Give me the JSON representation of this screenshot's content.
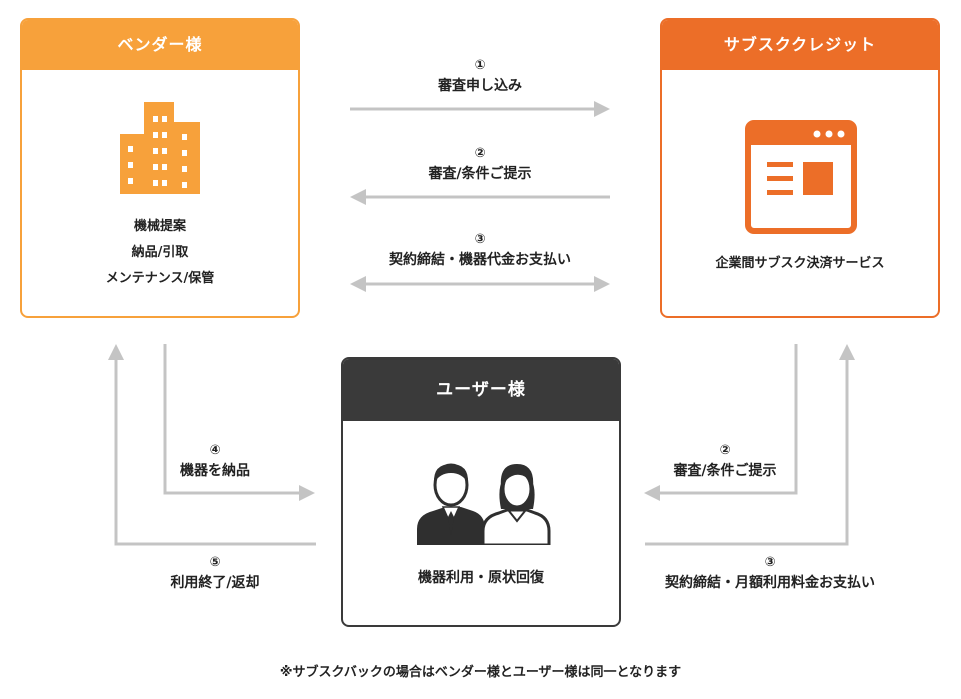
{
  "vendor": {
    "title": "ベンダー様",
    "lines": [
      "機械提案",
      "納品/引取",
      "メンテナンス/保管"
    ],
    "icon": "building-icon",
    "color": "#f7a13b"
  },
  "subscription": {
    "title": "サブスククレジット",
    "description": "企業間サブスク決済サービス",
    "icon": "browser-window-icon",
    "color": "#ec6e28"
  },
  "user": {
    "title": "ユーザー様",
    "description": "機器利用・原状回復",
    "icon": "business-people-icon",
    "color": "#3a3a3a"
  },
  "flows": {
    "application": {
      "num": "①",
      "text": "審査申し込み"
    },
    "review_top": {
      "num": "②",
      "text": "審査/条件ご提示"
    },
    "contract_top": {
      "num": "③",
      "text": "契約締結・機器代金お支払い"
    },
    "delivery": {
      "num": "④",
      "text": "機器を納品"
    },
    "return": {
      "num": "⑤",
      "text": "利用終了/返却"
    },
    "review_right": {
      "num": "②",
      "text": "審査/条件ご提示"
    },
    "contract_right": {
      "num": "③",
      "text": "契約締結・月額利用料金お支払い"
    }
  },
  "arrow_color": "#c4c4c4",
  "footnote": "※サブスクバックの場合はベンダー様とユーザー様は同一となります"
}
